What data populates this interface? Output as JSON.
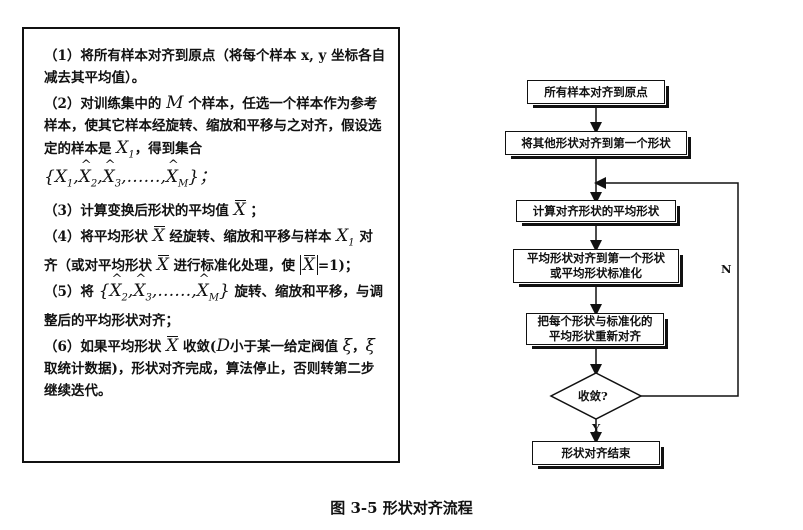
{
  "text_panel": {
    "p1": "（1）将所有样本对齐到原点（将每个样本 x, y 坐标各自减去其平均值）。",
    "p2a": "（2）对训练集中的",
    "p2_m": "M",
    "p2b": "个样本，任选一个样本作为参考样本，使其它样本经旋转、缩放和平移与之对齐，假设选定的样本是",
    "p2_x1": "X",
    "p2_x1_sub": "1",
    "p2c": "，得到集合",
    "p2_set_open": "{X",
    "p2_set_sub1": "1",
    "p2_set_x2": "X",
    "p2_set_sub2": "2",
    "p2_set_x3": "X",
    "p2_set_sub3": "3",
    "p2_set_dots": ",……,",
    "p2_set_xm": "X",
    "p2_set_subm": "M",
    "p2_set_close": "}；",
    "p3a": "（3）计算变换后形状的平均值",
    "p3_x": "X",
    "p3b": "；",
    "p4a": "（4）将平均形状",
    "p4_x": "X",
    "p4b": "经旋转、缩放和平移与样本",
    "p4_x1": "X",
    "p4_x1_sub": "1",
    "p4c": "对齐（或对平均形状",
    "p4_x2": "X",
    "p4d": "进行标准化处理，使",
    "p4_abs_x": "X",
    "p4e": "=1)；",
    "p5a": "（5）将",
    "p5_set_open": "{",
    "p5_x2": "X",
    "p5_sub2": "2",
    "p5_x3": "X",
    "p5_sub3": "3",
    "p5_dots": ",……,",
    "p5_xm": "X",
    "p5_subm": "M",
    "p5_set_close": "}",
    "p5b": "旋转、缩放和平移，与调整后的平均形状对齐；",
    "p6a": "（6）如果平均形状",
    "p6_x": "X",
    "p6b": "收敛(",
    "p6_d": "D",
    "p6c": "小于某一给定阀值",
    "p6_xi1": "ξ",
    "p6d": "，",
    "p6_xi2": "ξ",
    "p6e": "取统计数据)，形状对齐完成，算法停止，否则转第二步继续迭代。"
  },
  "flowchart": {
    "n1": "所有样本对齐到原点",
    "n2": "将其他形状对齐到第一个形状",
    "n3": "计算对齐形状的平均形状",
    "n4_line1": "平均形状对齐到第一个形状",
    "n4_line2": "或平均形状标准化",
    "n5_line1": "把每个形状与标准化的",
    "n5_line2": "平均形状重新对齐",
    "decision": "收敛?",
    "yes_label": "Y",
    "no_label": "N",
    "n6": "形状对齐结束"
  },
  "caption": "图 3-5 形状对齐流程"
}
